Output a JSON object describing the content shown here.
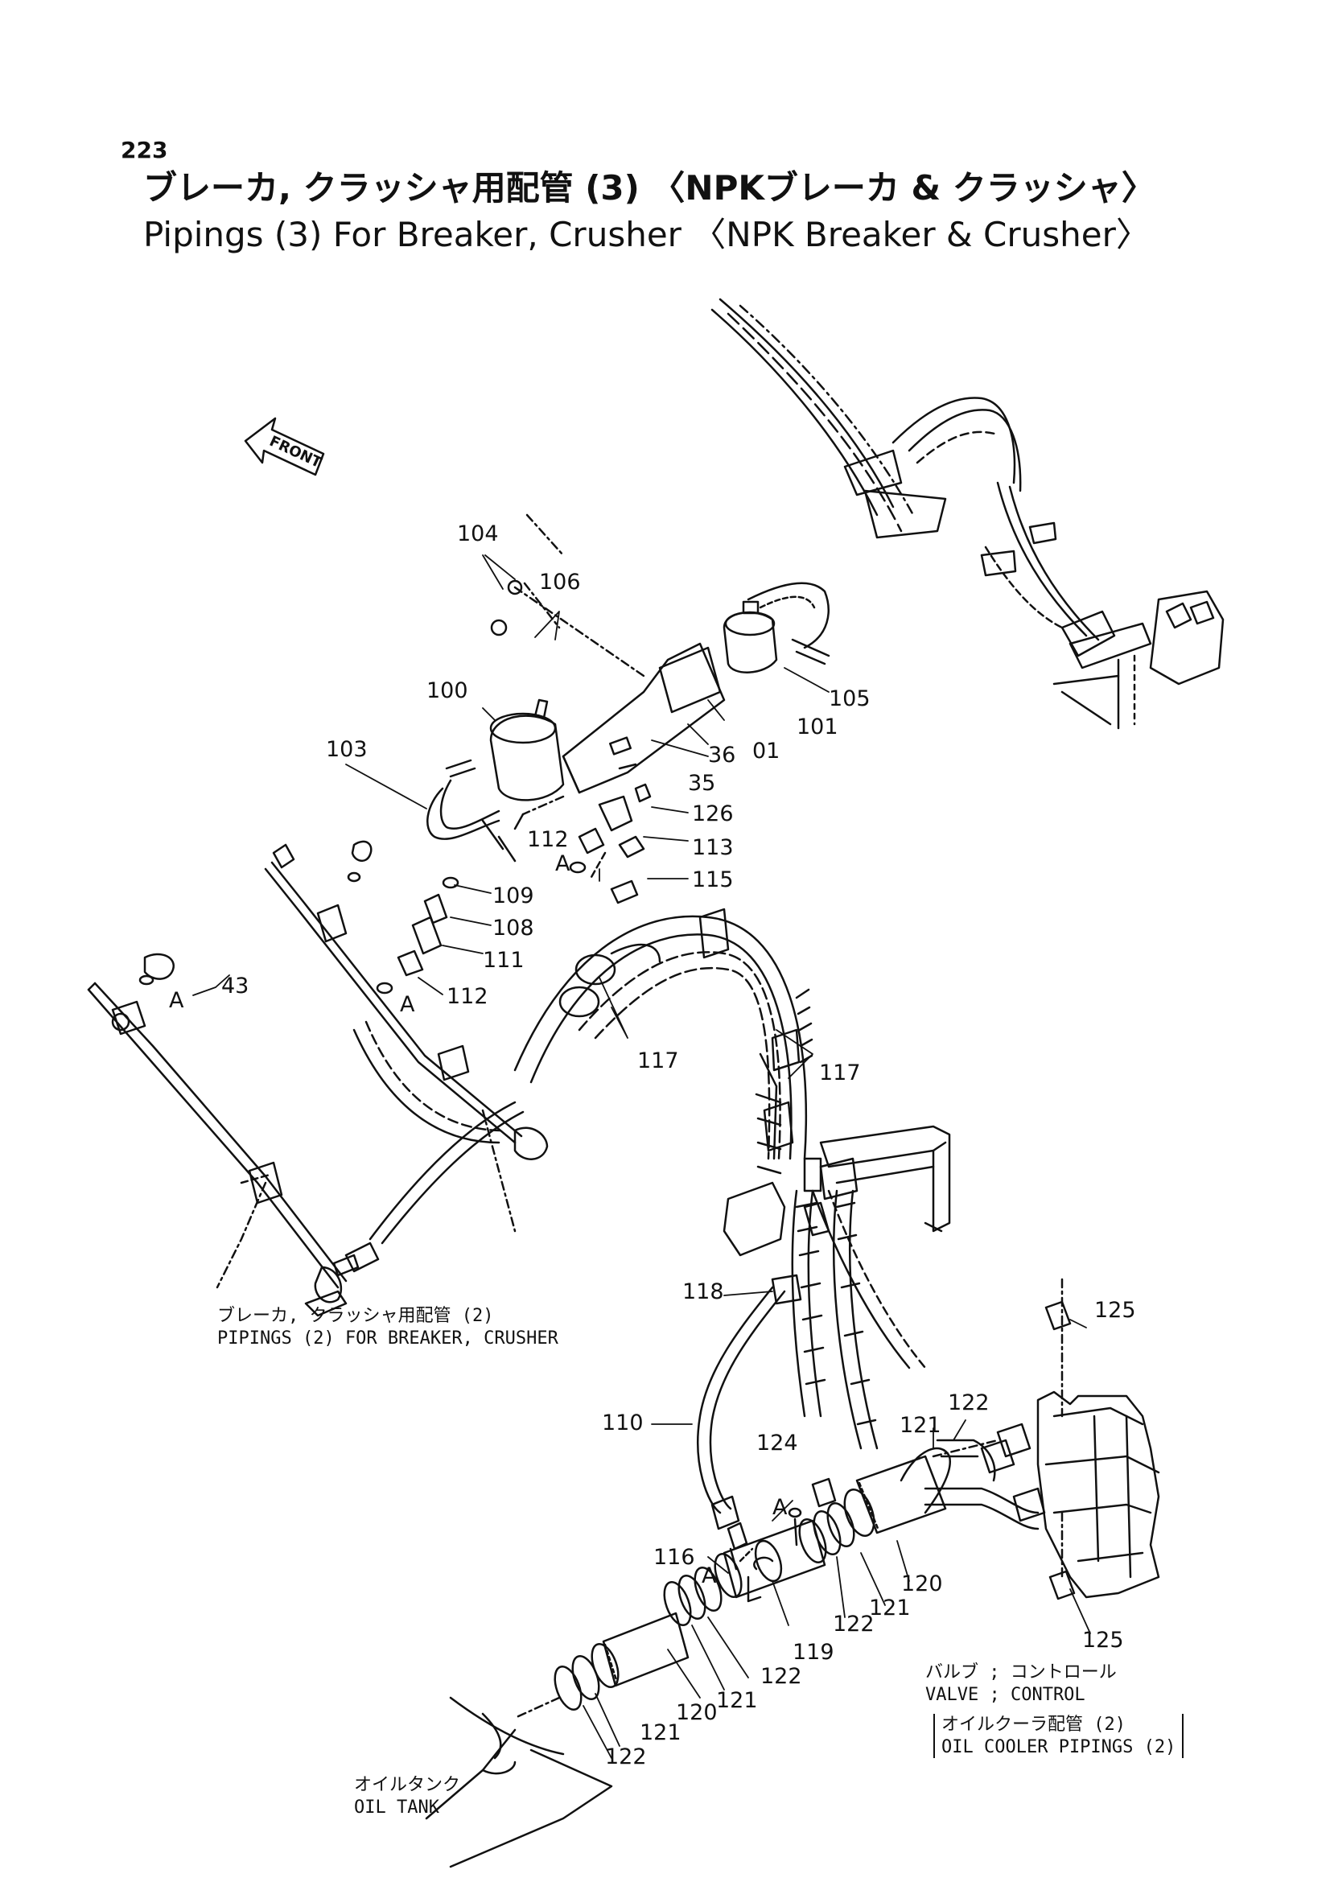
{
  "page_number": "223",
  "title_jp": "ブレーカ, クラッシャ用配管 (3) 〈NPKブレーカ & クラッシャ〉",
  "title_en": "Pipings (3) For Breaker, Crusher 〈NPK Breaker & Crusher〉",
  "front_arrow_label": "FRONT",
  "callouts": {
    "c104": "104",
    "c106": "106",
    "c100": "100",
    "c105": "105",
    "c101": "101",
    "c103": "103",
    "c36": "36",
    "c01": "01",
    "c35": "35",
    "c126": "126",
    "c112a": "112",
    "c113": "113",
    "c115": "115",
    "c109": "109",
    "c108": "108",
    "c111": "111",
    "c112b": "112",
    "c43": "43",
    "c117a": "117",
    "c117b": "117",
    "c118": "118",
    "c110": "110",
    "c124": "124",
    "c125a": "125",
    "c122a": "122",
    "c121a": "121",
    "c116": "116",
    "c120a": "120",
    "c121b": "121",
    "c122b": "122",
    "c119": "119",
    "c122c": "122",
    "c121c": "121",
    "c120b": "120",
    "c121d": "121",
    "c122d": "122",
    "c125b": "125",
    "detail_a1": "A",
    "detail_a2": "A",
    "detail_a3": "A",
    "detail_a4": "A",
    "detail_a5": "A"
  },
  "notes": {
    "breaker_jp": "ブレーカ, クラッシャ用配管 (2)",
    "breaker_en": "PIPINGS (2) FOR BREAKER, CRUSHER",
    "valve_jp": "バルブ ; コントロール",
    "valve_en": "VALVE ; CONTROL",
    "cooler_jp": "オイルクーラ配管 (2)",
    "cooler_en": "OIL COOLER PIPINGS (2)",
    "tank_jp": "オイルタンク",
    "tank_en": "OIL TANK"
  }
}
